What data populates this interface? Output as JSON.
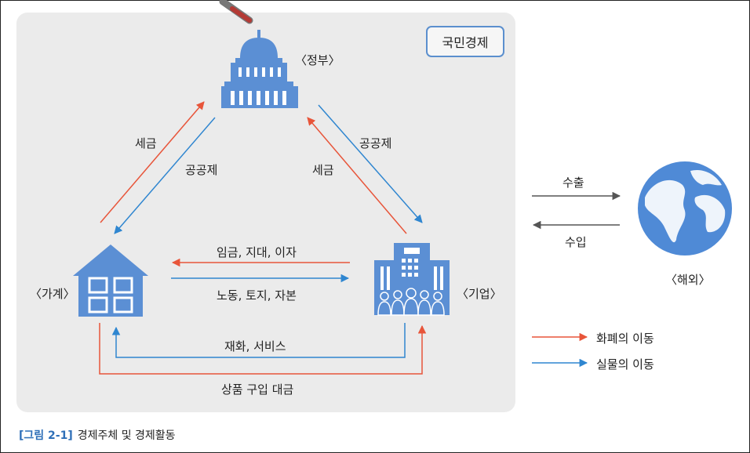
{
  "frame_label": "국민경제",
  "nodes": {
    "government": "〈정부〉",
    "household": "〈가계〉",
    "firm": "〈기업〉",
    "foreign": "〈해외〉"
  },
  "flows": {
    "household_to_gov": "세금",
    "gov_to_household": "공공제",
    "gov_to_firm": "공공제",
    "firm_to_gov": "세금",
    "firm_to_household_money": "임금, 지대, 이자",
    "household_to_firm_factors": "노동, 토지, 자본",
    "goods_services": "재화, 서비스",
    "purchase_payment": "상품 구입 대금",
    "export": "수출",
    "import": "수입"
  },
  "legend": {
    "money": "화폐의 이동",
    "goods": "실물의 이동"
  },
  "colors": {
    "money": "#e8553a",
    "goods": "#2f86d0",
    "icon": "#5b8fd4",
    "globe": "#4f8ad6"
  },
  "caption": {
    "number": "[그림 2-1]",
    "text": "경제주체 및 경제활동"
  }
}
